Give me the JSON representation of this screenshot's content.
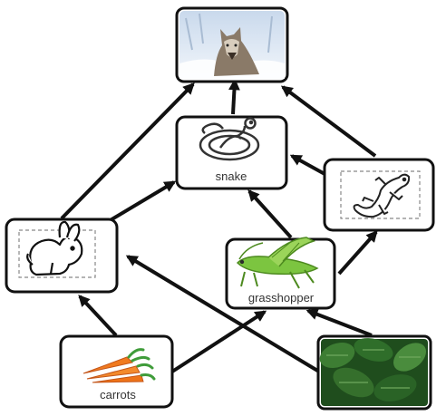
{
  "diagram": {
    "nodes": {
      "wolf": {
        "label": "",
        "icon": "wolf-photo"
      },
      "snake": {
        "label": "snake",
        "icon": "snake-icon"
      },
      "lizard": {
        "label": "",
        "icon": "lizard-icon"
      },
      "rabbit": {
        "label": "",
        "icon": "rabbit-icon"
      },
      "grasshopper": {
        "label": "grasshopper",
        "icon": "grasshopper-icon"
      },
      "carrots": {
        "label": "carrots",
        "icon": "carrot-icon"
      },
      "spinach": {
        "label": "",
        "icon": "spinach-photo"
      }
    },
    "edges": [
      {
        "from": "carrots",
        "to": "rabbit"
      },
      {
        "from": "carrots",
        "to": "grasshopper"
      },
      {
        "from": "spinach",
        "to": "grasshopper"
      },
      {
        "from": "spinach",
        "to": "rabbit"
      },
      {
        "from": "rabbit",
        "to": "snake"
      },
      {
        "from": "rabbit",
        "to": "wolf"
      },
      {
        "from": "grasshopper",
        "to": "snake"
      },
      {
        "from": "grasshopper",
        "to": "lizard"
      },
      {
        "from": "lizard",
        "to": "snake"
      },
      {
        "from": "lizard",
        "to": "wolf"
      },
      {
        "from": "snake",
        "to": "wolf"
      }
    ],
    "colors": {
      "arrow": "#111111",
      "grasshopper_body": "#7cc540",
      "carrot": "#f07a1f",
      "spinach": "#2f6e2a",
      "snow": "#dfe9f5"
    }
  }
}
